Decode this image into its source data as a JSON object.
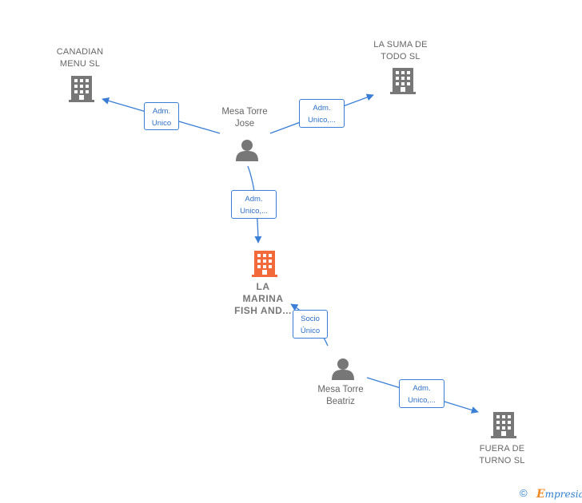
{
  "nodes": {
    "canadian_menu": {
      "line1": "CANADIAN",
      "line2": "MENU SL"
    },
    "la_suma": {
      "line1": "LA SUMA DE",
      "line2": "TODO SL"
    },
    "mesa_jose": {
      "line1": "Mesa Torre",
      "line2": "Jose"
    },
    "la_marina": {
      "line1": "LA",
      "line2": "MARINA",
      "line3": "FISH AND..."
    },
    "mesa_beatriz": {
      "line1": "Mesa Torre",
      "line2": "Beatriz"
    },
    "fuera_turno": {
      "line1": "FUERA DE",
      "line2": "TURNO  SL"
    }
  },
  "edges": {
    "jose_to_canadian": {
      "line1": "Adm.",
      "line2": "Unico"
    },
    "jose_to_suma": {
      "line1": "Adm.",
      "line2": "Unico,..."
    },
    "jose_to_marina": {
      "line1": "Adm.",
      "line2": "Unico,..."
    },
    "beatriz_to_marina": {
      "line1": "Socio",
      "line2": "Único"
    },
    "beatriz_to_fuera": {
      "line1": "Adm.",
      "line2": "Unico,..."
    }
  },
  "footer": {
    "copyright": "©",
    "brand_first": "E",
    "brand_rest": "mpresia"
  },
  "colors": {
    "edge": "#3a7fd5",
    "building": "#777777",
    "focus_building": "#f26a3a",
    "person": "#777777"
  }
}
